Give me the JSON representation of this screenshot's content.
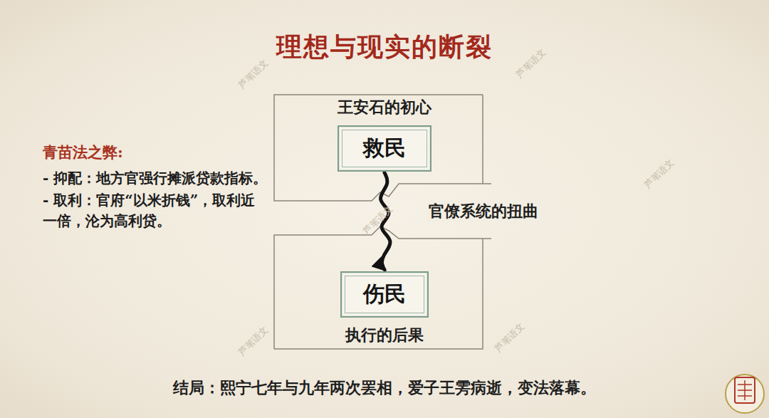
{
  "diagram": {
    "title": "理想与现实的断裂",
    "nodes": [
      {
        "text": [
          "王安石的初心",
          "救民"
        ]
      },
      {
        "text": [
          "伤民",
          "执行的后果"
        ]
      }
    ],
    "edges": [
      {
        "from": 0,
        "to": 1,
        "arrow": "to",
        "label": "官僚系统的扭曲"
      }
    ],
    "labels": [
      "青苗法之弊:",
      "- 抑配：地方官强行摊派贷款指标。",
      "- 取利：官府“以米折钱”，取利近一倍，沦为高利贷。",
      "结局：熙宁七年与九年两次罢相，爱子王雱病逝，变法落幕。",
      "芦苇语文",
      "芦苇语文",
      "芦苇语文",
      "芦苇语文",
      "芦苇语文",
      "芦苇语文"
    ]
  }
}
